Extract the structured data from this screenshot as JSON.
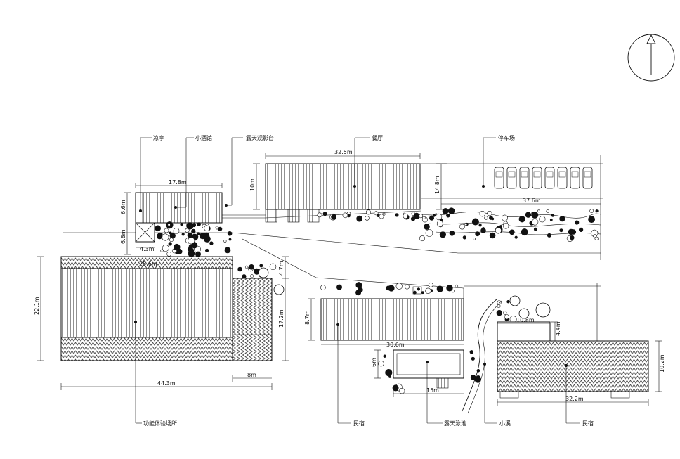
{
  "labels": {
    "pavilion": "凉亭",
    "bar": "小酒馆",
    "open_air_theater": "露天观影台",
    "restaurant": "餐厅",
    "parking": "停车场",
    "function_hall": "功能体验场所",
    "homestay_left": "民宿",
    "pool": "露天泳池",
    "creek": "小溪",
    "homestay_right": "民宿"
  },
  "dimensions": {
    "restaurant_width": "32.5m",
    "restaurant_depth": "10m",
    "parking_depth": "14.8m",
    "parking_width": "37.6m",
    "bar_width": "17.8m",
    "bar_depth": "6.6m",
    "pavilion_depth": "6.8m",
    "pavilion_width": "4.3m",
    "strip_width": "25.6m",
    "strip_depth": "4.7m",
    "hall_depth": "22.1m",
    "hall_right_depth": "17.2m",
    "hall_annex_width": "8m",
    "hall_width": "44.3m",
    "homestay_depth": "8.7m",
    "homestay_width": "30.6m",
    "pool_depth": "6m",
    "pool_width": "15m",
    "right_annex_depth": "4.4m",
    "right_annex_width": "10.8m",
    "right_homestay_depth": "10.2m",
    "right_homestay_width": "32.2m"
  },
  "colors": {
    "line": "#111111",
    "hatch": "#444444"
  },
  "icons": {
    "north": "north-arrow-icon"
  }
}
